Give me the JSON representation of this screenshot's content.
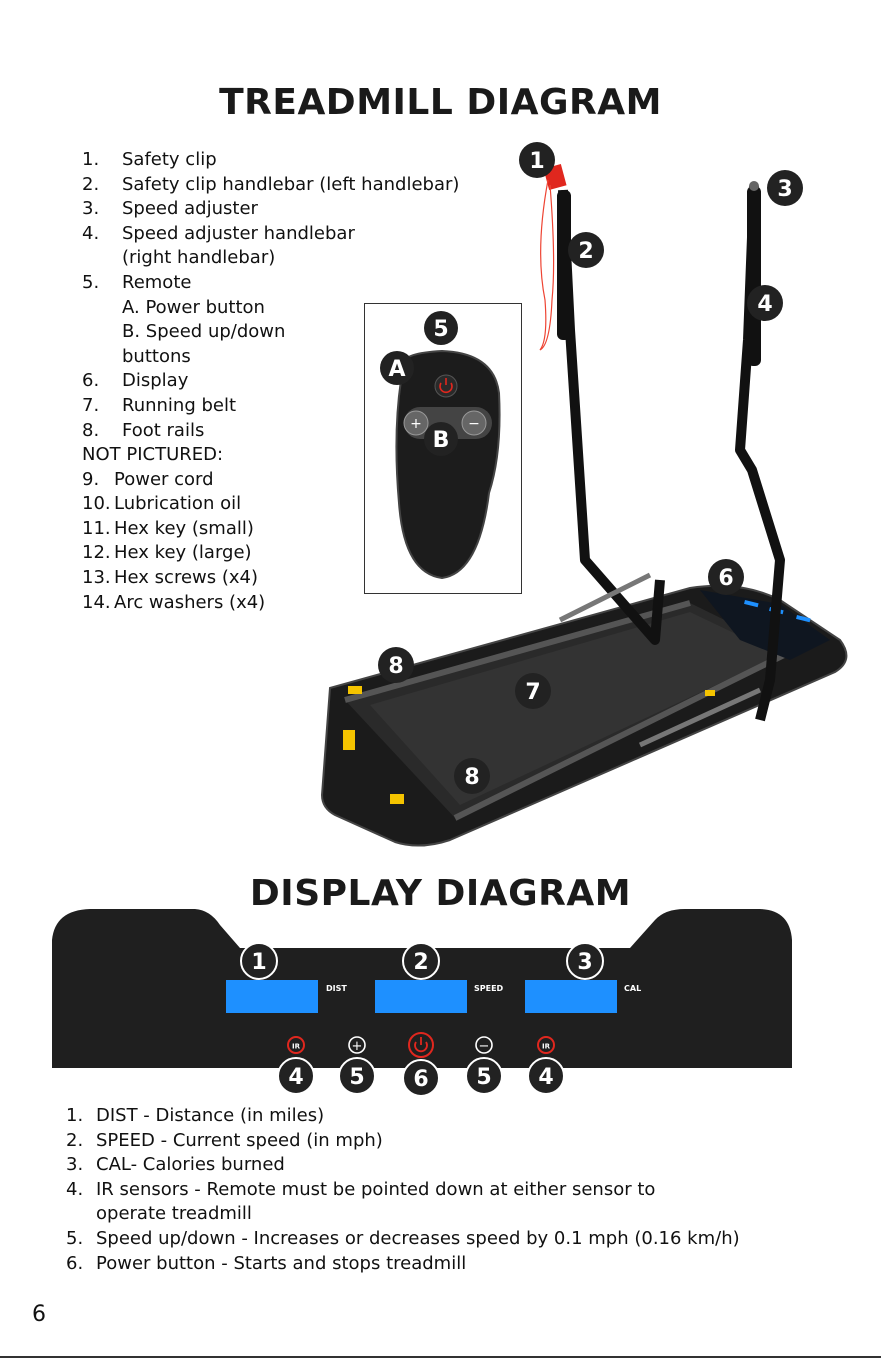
{
  "titles": {
    "treadmill": "TREADMILL DIAGRAM",
    "display": "DISPLAY DIAGRAM"
  },
  "parts": [
    {
      "num": "1.",
      "label": "Safety clip"
    },
    {
      "num": "2.",
      "label": "Safety clip handlebar (left handlebar)"
    },
    {
      "num": "3.",
      "label": "Speed adjuster"
    },
    {
      "num": "4.",
      "label": "Speed adjuster handlebar",
      "cont": "(right handlebar)"
    },
    {
      "num": "5.",
      "label": "Remote"
    },
    {
      "num": "",
      "label": "A. Power button"
    },
    {
      "num": "",
      "label": "B. Speed up/down"
    },
    {
      "num": "",
      "label": "buttons"
    },
    {
      "num": "6.",
      "label": "Display"
    },
    {
      "num": "7.",
      "label": "Running belt"
    },
    {
      "num": "8.",
      "label": "Foot rails"
    }
  ],
  "not_pictured_heading": "NOT PICTURED:",
  "not_pictured": [
    {
      "num": "9.",
      "label": "Power cord"
    },
    {
      "num": "10.",
      "label": "Lubrication oil"
    },
    {
      "num": "11.",
      "label": "Hex key (small)"
    },
    {
      "num": "12.",
      "label": "Hex key (large)"
    },
    {
      "num": "13.",
      "label": "Hex screws (x4)"
    },
    {
      "num": "14.",
      "label": "Arc washers (x4)"
    }
  ],
  "photo_badges": {
    "b1": "1",
    "b2": "2",
    "b3": "3",
    "b4": "4",
    "b5": "5",
    "bA": "A",
    "bB": "B",
    "b6": "6",
    "b7": "7",
    "b8a": "8",
    "b8b": "8"
  },
  "remote": {
    "plus": "+",
    "minus": "−"
  },
  "panel": {
    "labels": {
      "dist": "DIST",
      "speed": "SPEED",
      "cal": "CAL"
    },
    "ir": "IR",
    "plus": "+",
    "minus": "−",
    "badges": {
      "d1": "1",
      "d2": "2",
      "d3": "3",
      "d4a": "4",
      "d5a": "5",
      "d6": "6",
      "d5b": "5",
      "d4b": "4"
    },
    "screen_color": "#1e90ff"
  },
  "display_items": [
    {
      "num": "1.",
      "label": "DIST - Distance (in miles)"
    },
    {
      "num": "2.",
      "label": "SPEED - Current speed (in mph)"
    },
    {
      "num": "3.",
      "label": "CAL- Calories burned"
    },
    {
      "num": "4.",
      "label": "IR sensors - Remote must be pointed down at either sensor to",
      "cont": "operate treadmill"
    },
    {
      "num": "5.",
      "label": "Speed up/down - Increases or decreases speed by 0.1 mph (0.16 km/h)"
    },
    {
      "num": "6.",
      "label": "Power button - Starts and stops treadmill"
    }
  ],
  "page_number": "6"
}
